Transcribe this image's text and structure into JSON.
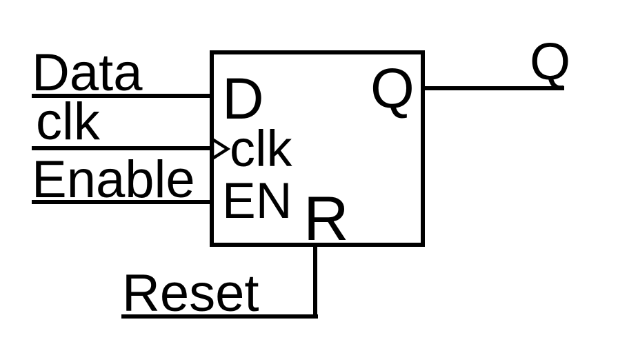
{
  "colors": {
    "stroke": "#000000",
    "background": "#ffffff"
  },
  "signals": {
    "data": "Data",
    "clk": "clk",
    "enable": "Enable",
    "q": "Q",
    "reset": "Reset"
  },
  "ports": {
    "d": "D",
    "q": "Q",
    "clk": "clk",
    "en": "EN",
    "r": "R"
  }
}
